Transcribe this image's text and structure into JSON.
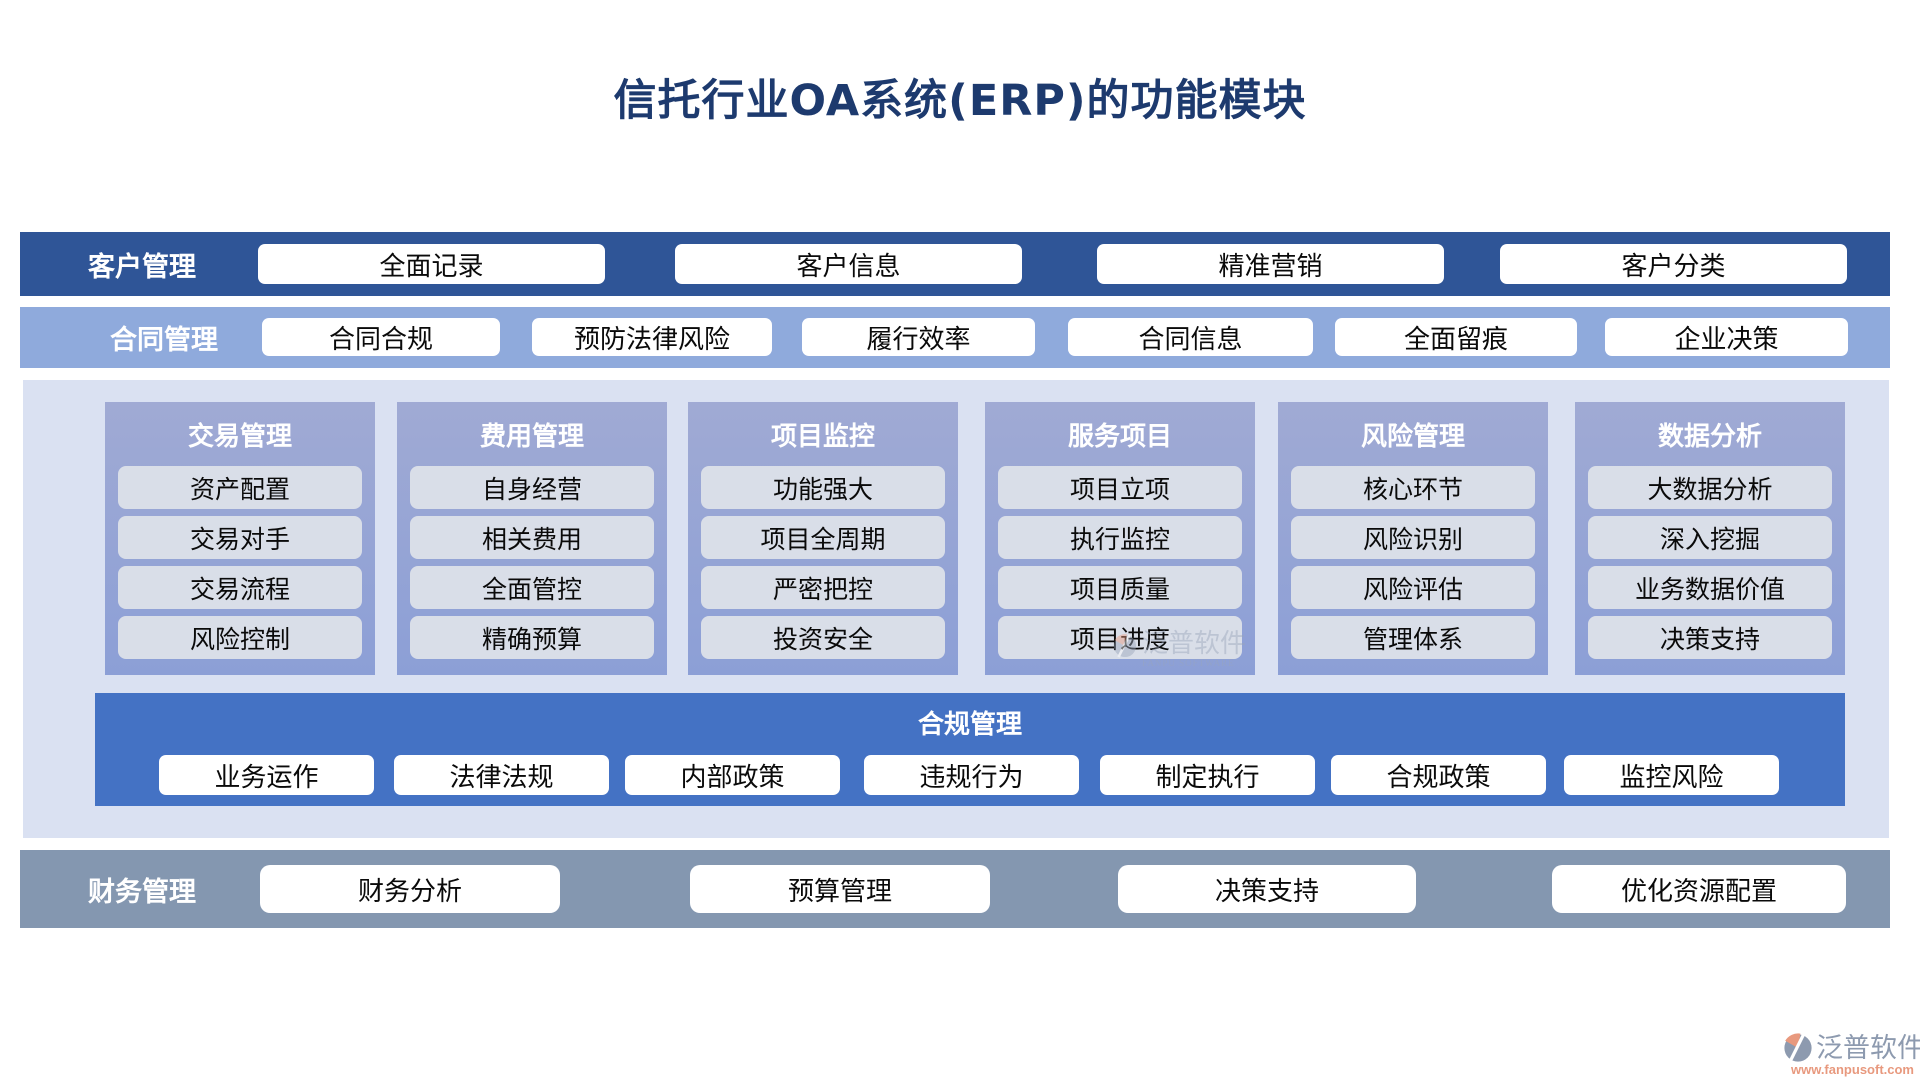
{
  "title": "信托行业OA系统(ERP)的功能模块",
  "bands": {
    "customer": {
      "label": "客户管理",
      "items": [
        "全面记录",
        "客户信息",
        "精准营销",
        "客户分类"
      ]
    },
    "contract": {
      "label": "合同管理",
      "items": [
        "合同合规",
        "预防法律风险",
        "履行效率",
        "合同信息",
        "全面留痕",
        "企业决策"
      ]
    },
    "finance": {
      "label": "财务管理",
      "items": [
        "财务分析",
        "预算管理",
        "决策支持",
        "优化资源配置"
      ]
    }
  },
  "columns": [
    {
      "header": "交易管理",
      "items": [
        "资产配置",
        "交易对手",
        "交易流程",
        "风险控制"
      ]
    },
    {
      "header": "费用管理",
      "items": [
        "自身经营",
        "相关费用",
        "全面管控",
        "精确预算"
      ]
    },
    {
      "header": "项目监控",
      "items": [
        "功能强大",
        "项目全周期",
        "严密把控",
        "投资安全"
      ]
    },
    {
      "header": "服务项目",
      "items": [
        "项目立项",
        "执行监控",
        "项目质量",
        "项目进度"
      ]
    },
    {
      "header": "风险管理",
      "items": [
        "核心环节",
        "风险识别",
        "风险评估",
        "管理体系"
      ]
    },
    {
      "header": "数据分析",
      "items": [
        "大数据分析",
        "深入挖掘",
        "业务数据价值",
        "决策支持"
      ]
    }
  ],
  "compliance": {
    "header": "合规管理",
    "items": [
      "业务运作",
      "法律法规",
      "内部政策",
      "违规行为",
      "制定执行",
      "合规政策",
      "监控风险"
    ]
  },
  "watermark": {
    "name": "泛普软件",
    "subtitle": "FANPU SOFTWARE"
  },
  "logo": {
    "name": "泛普软件",
    "url": "www.fanpusoft.com"
  },
  "colors": {
    "title_text": "#1D3A6E",
    "band_customer": "#2F5597",
    "band_contract": "#8FAADC",
    "band_finance": "#8497B0",
    "panel_bg": "#DAE1F2",
    "column_gradient_top": "#A0AAD4",
    "column_gradient_bottom": "#8C9FD6",
    "column_item_chip": "#D9DEE8",
    "compliance_band": "#4472C4",
    "chip_bg": "#FFFFFF",
    "logo_text": "#8D9AAF",
    "logo_url_text": "#E8997E"
  }
}
